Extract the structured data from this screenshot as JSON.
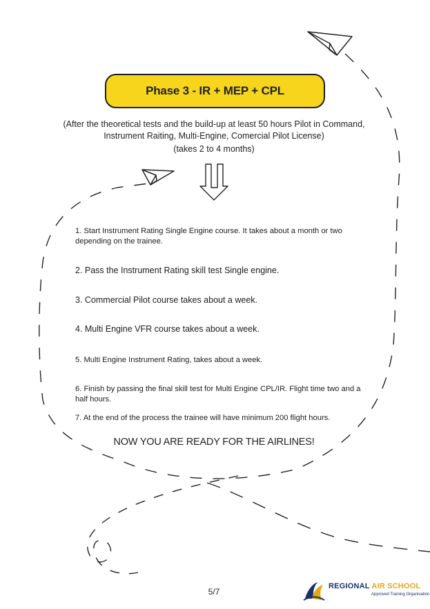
{
  "title": "Phase 3 - IR + MEP + CPL",
  "subtitle_line1": "(After the theoretical tests and the build-up at least 50 hours Pilot in Command,",
  "subtitle_line2": "Instrument Raiting, Multi-Engine, Comercial Pilot License)",
  "duration": "(takes 2 to 4 months)",
  "steps": [
    "1. Start Instrument Rating Single Engine course. It takes about a month or two depending on the trainee.",
    "2. Pass the Instrument Rating skill test Single engine.",
    "3. Commercial Pilot course takes about a week.",
    "4. Multi Engine VFR course takes about a week.",
    "5. Multi Engine Instrument Rating, takes about a week.",
    "6. Finish by passing the final skill test for Multi Engine CPL/IR. Flight time two and a half hours.",
    "7. At the end of the process the trainee will have minimum 200 flight hours."
  ],
  "cta": "NOW YOU ARE READY FOR THE AIRLINES!",
  "page_number": "5/7",
  "logo": {
    "name_part1": "REGIONAL ",
    "name_part2": "AIR SCHOOL",
    "tagline": "Approved Training Organisation"
  },
  "colors": {
    "title_fill": "#f6d51c",
    "logo_navy": "#1c2f6b",
    "logo_gold": "#e0a81c"
  },
  "icons": [
    "paper-plane-icon",
    "double-arrow-down-icon"
  ]
}
